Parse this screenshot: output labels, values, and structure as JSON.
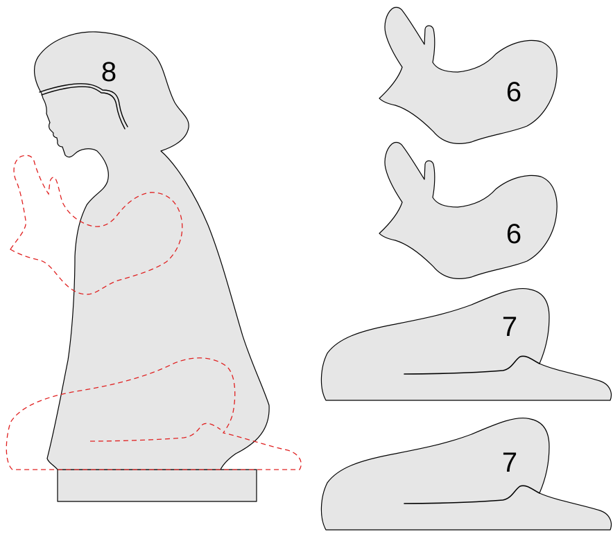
{
  "colors": {
    "piece_fill": "#e6e6e6",
    "outline": "#000000",
    "placement_guide": "#e02020"
  },
  "parts": {
    "kneeling_figure": {
      "number": "8"
    },
    "praying_arm_top": {
      "number": "6"
    },
    "praying_arm_bottom": {
      "number": "6"
    },
    "leg_top": {
      "number": "7"
    },
    "leg_bottom": {
      "number": "7"
    }
  }
}
